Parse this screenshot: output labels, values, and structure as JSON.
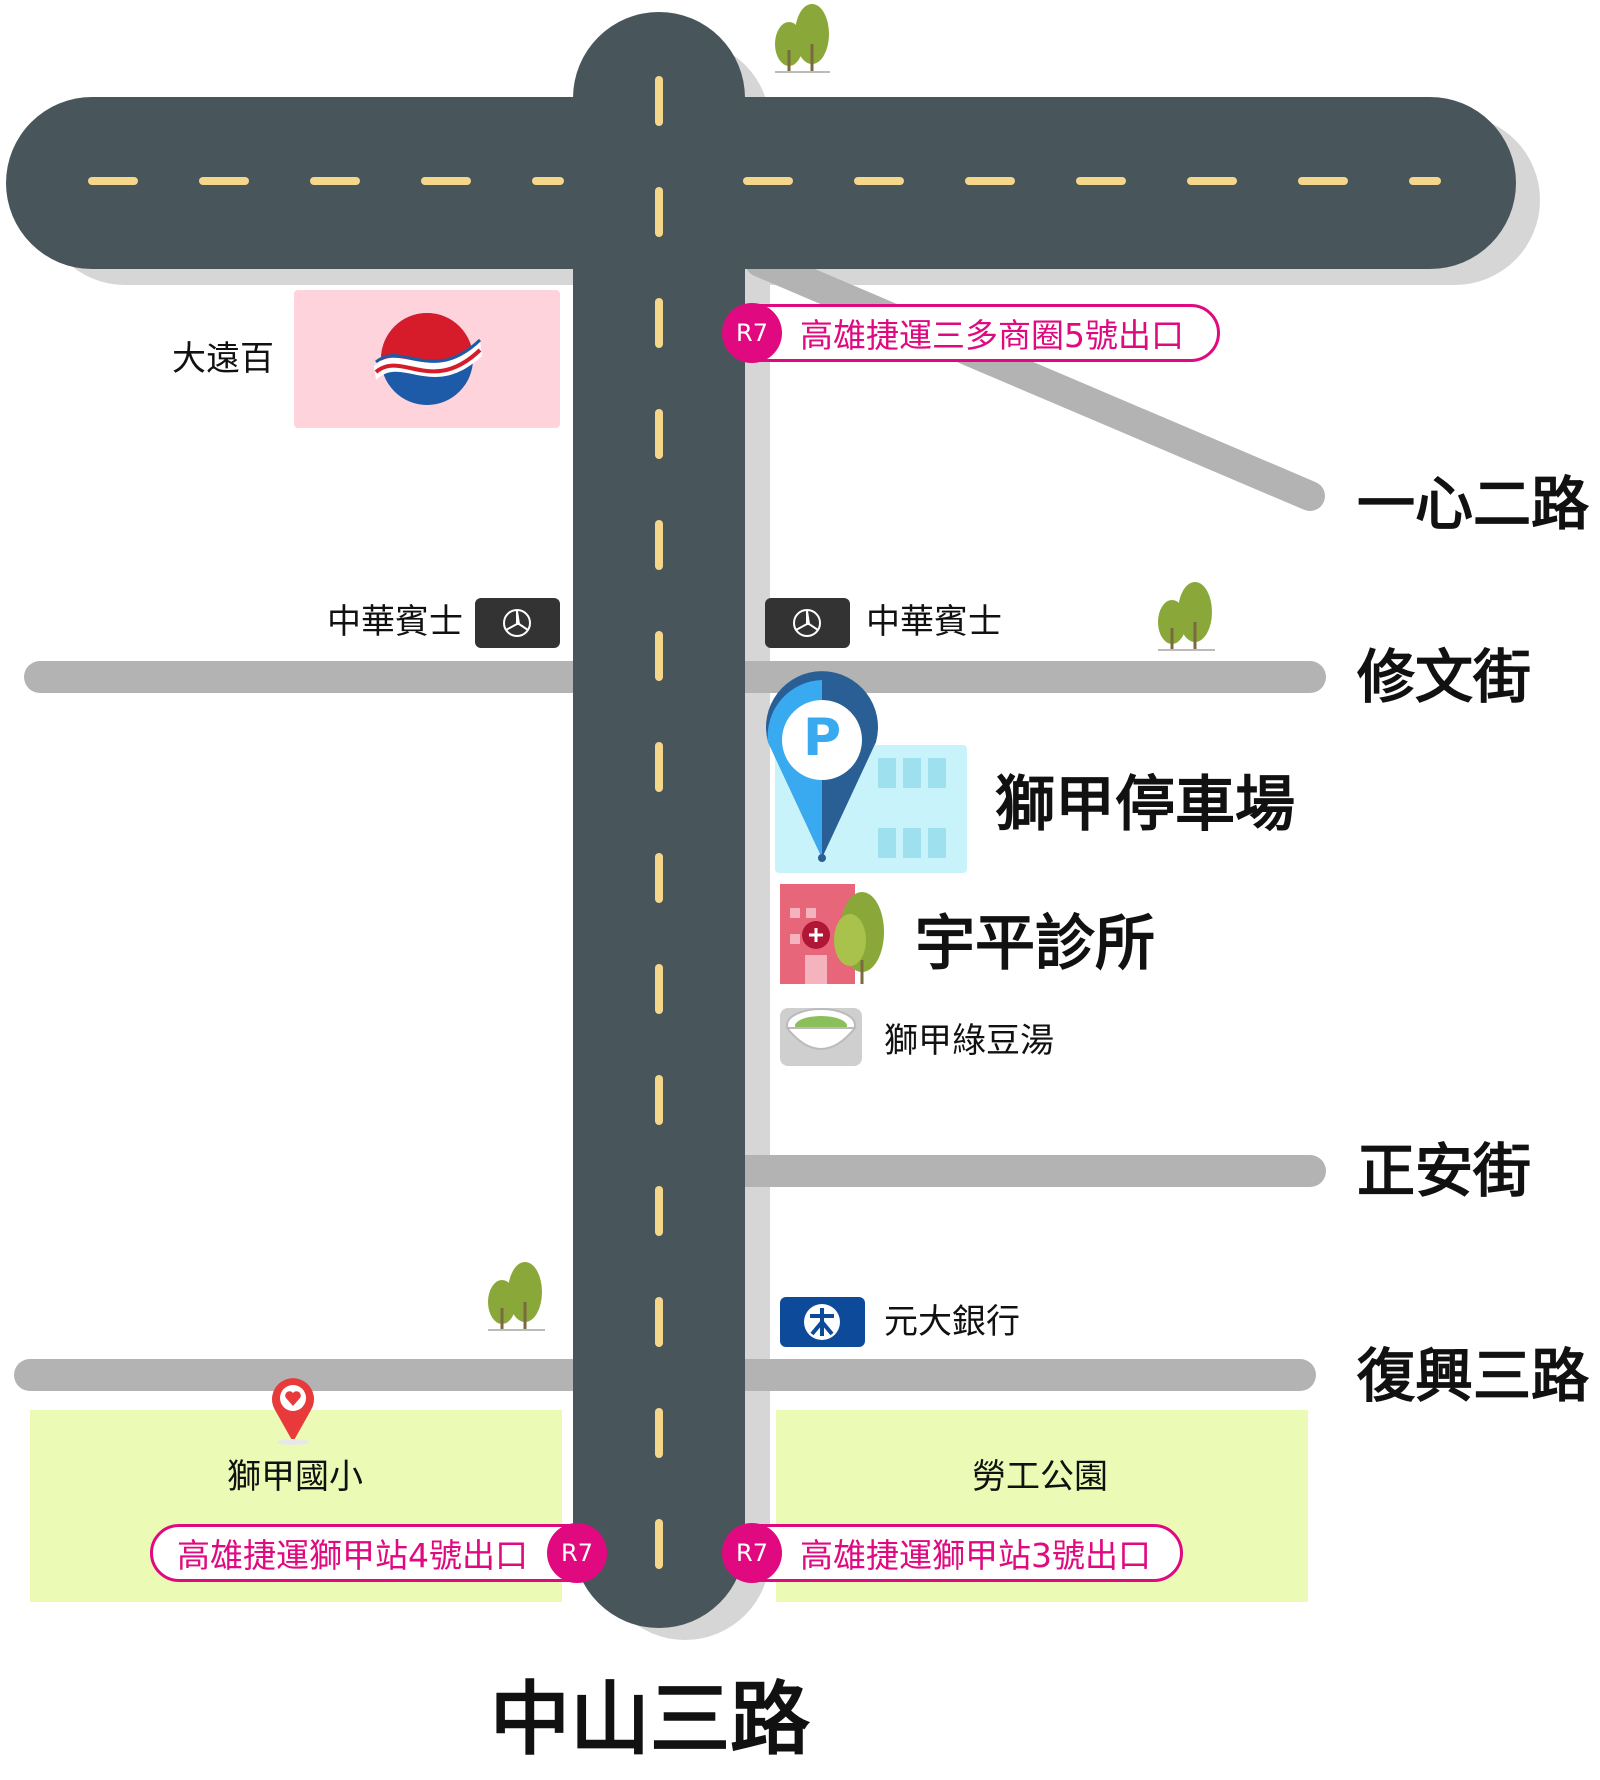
{
  "roads": {
    "main_vertical": "中山三路",
    "horizontal_1": "一心二路",
    "horizontal_2": "修文街",
    "horizontal_3": "正安街",
    "horizontal_4": "復興三路"
  },
  "landmarks": {
    "department_store": "大遠百",
    "benz_left": "中華賓士",
    "benz_right": "中華賓士",
    "parking": "獅甲停車場",
    "parking_icon_letter": "P",
    "clinic": "宇平診所",
    "soup_shop": "獅甲綠豆湯",
    "bank": "元大銀行",
    "school": "獅甲國小",
    "park": "勞工公園"
  },
  "metro_exits": {
    "station_code": "R7",
    "exit_5": "高雄捷運三多商圈5號出口",
    "exit_4": "高雄捷運獅甲站4號出口",
    "exit_3": "高雄捷運獅甲站3號出口"
  },
  "colors": {
    "road_dark": "#48565c",
    "road_shadow": "#d6d6d6",
    "side_road": "#b3b3b3",
    "lane_marking": "#f5d78c",
    "metro_magenta": "#e0097f",
    "park_green": "#ebfbb6",
    "store_pink": "#ffd3dc",
    "parking_blue": "#3aaaf0",
    "clinic_pink": "#e8667a",
    "bank_blue": "#0e4a9a",
    "tree_green": "#8aa83a"
  }
}
